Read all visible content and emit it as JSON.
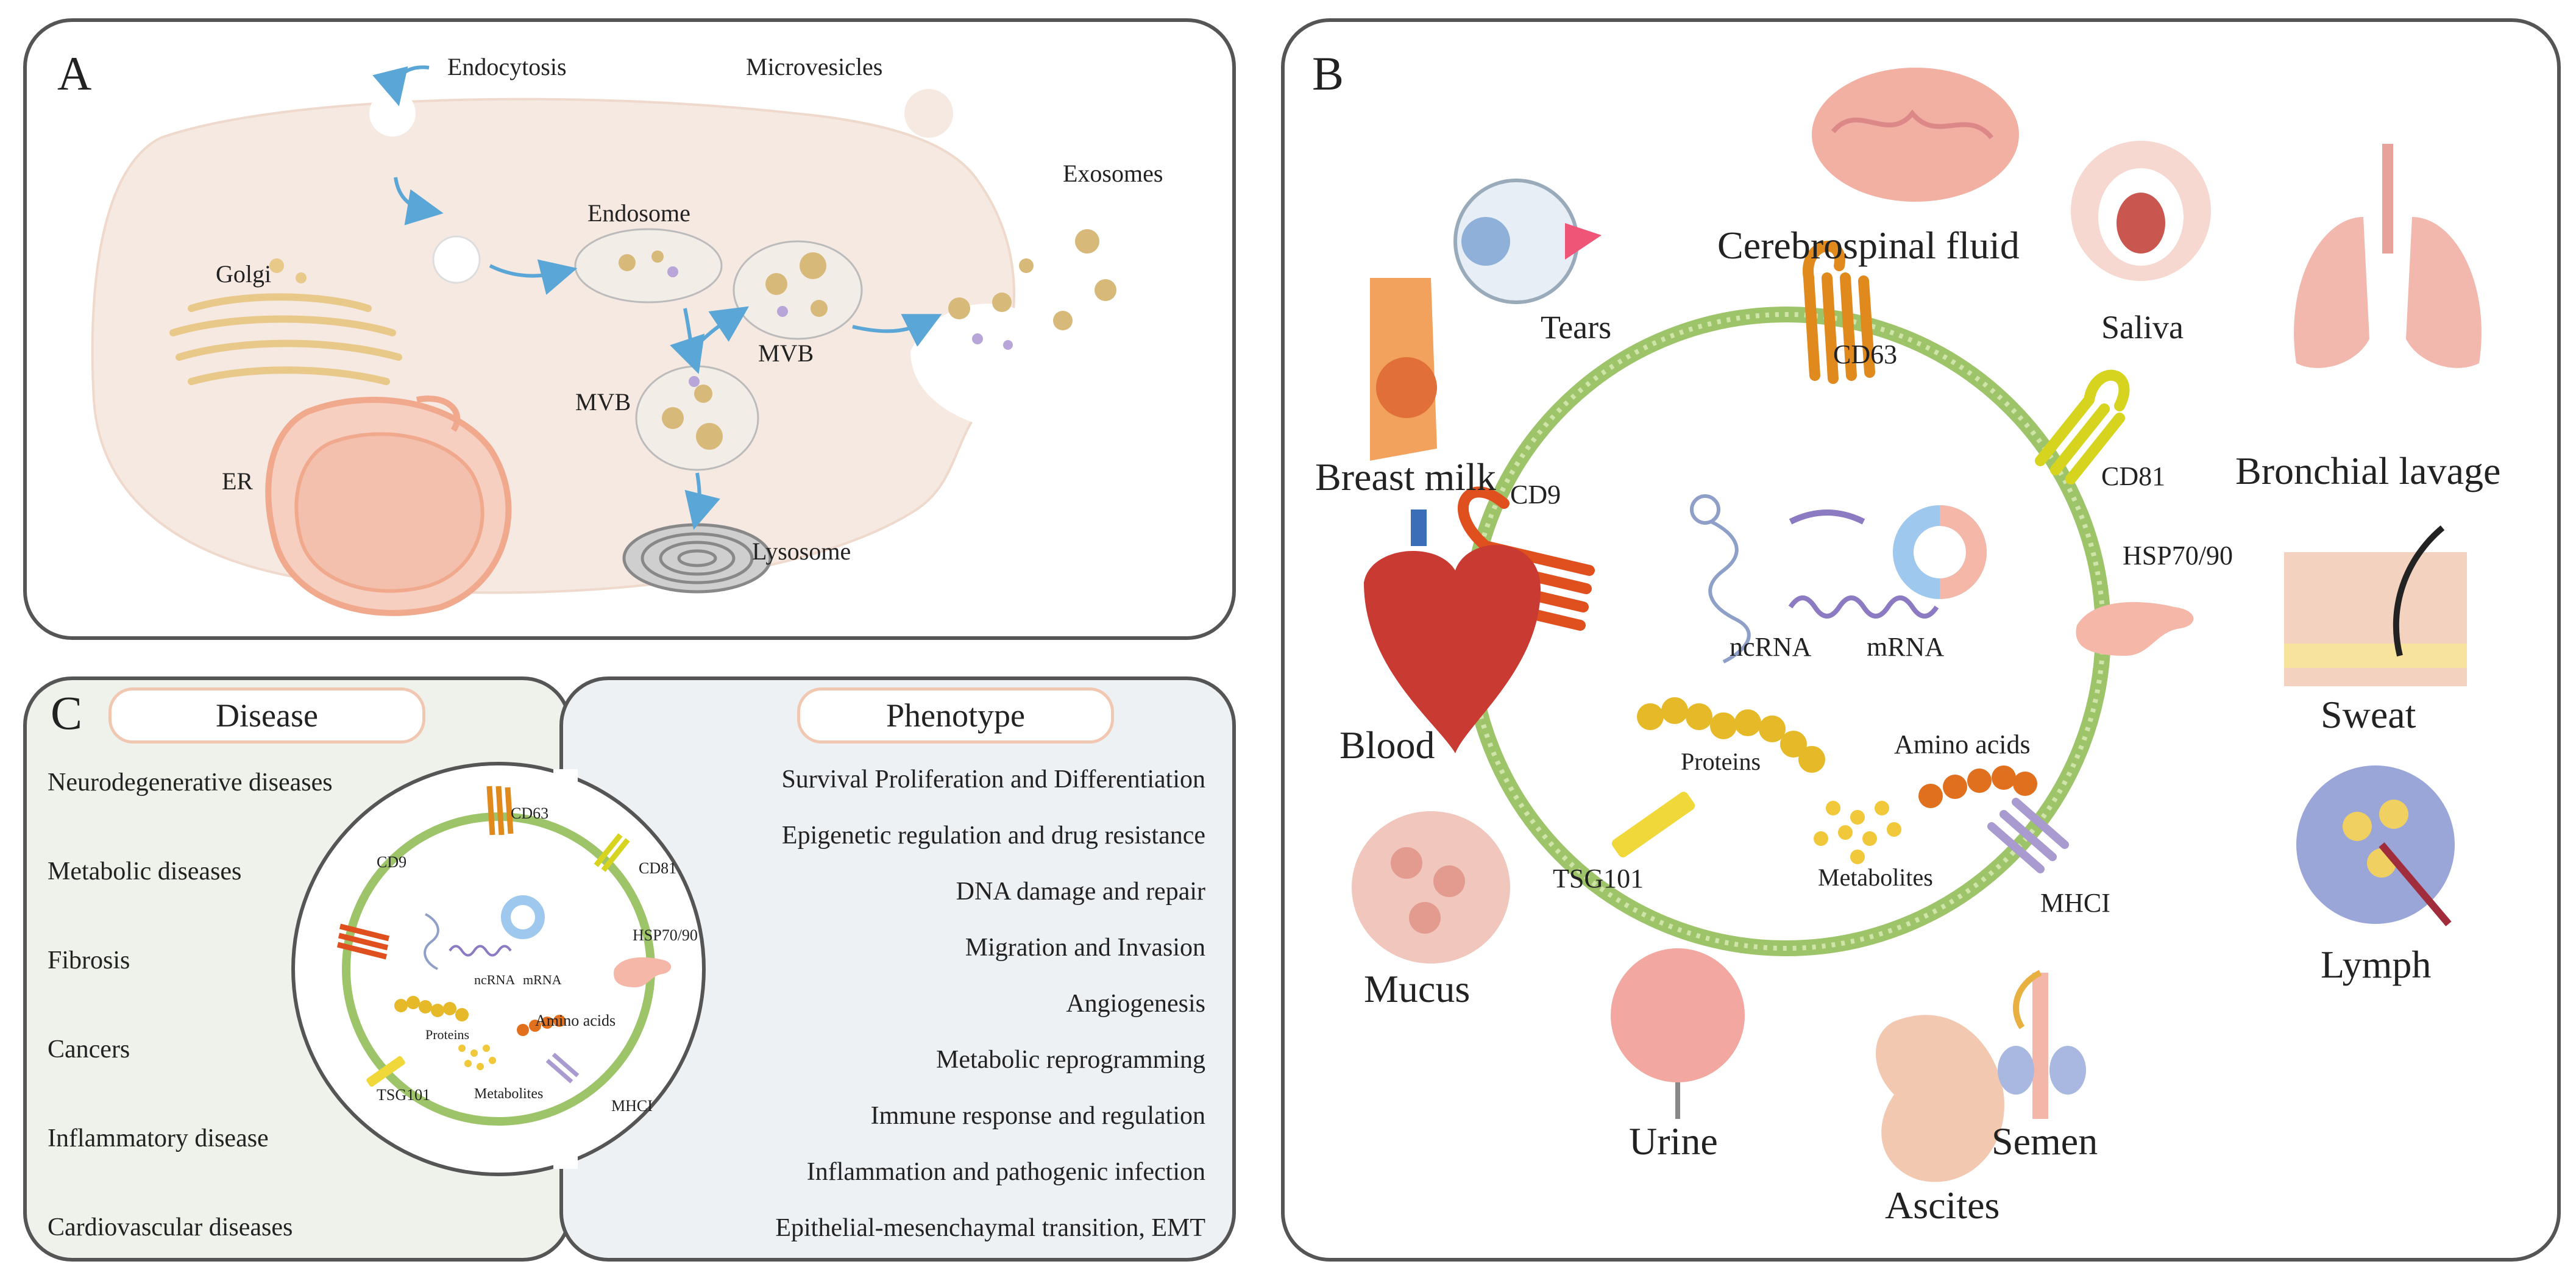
{
  "panelA": {
    "label": "A",
    "labels": {
      "endocytosis": "Endocytosis",
      "microvesicles": "Microvesicles",
      "exosomes": "Exosomes",
      "endosome": "Endosome",
      "golgi": "Golgi",
      "mvb_upper": "MVB",
      "mvb_lower": "MVB",
      "er": "ER",
      "lysosome": "Lysosome"
    }
  },
  "panelB": {
    "label": "B",
    "fluids": {
      "cerebrospinal": "Cerebrospinal fluid",
      "tears": "Tears",
      "saliva": "Saliva",
      "breast_milk": "Breast milk",
      "bronchial_lavage": "Bronchial lavage",
      "blood": "Blood",
      "sweat": "Sweat",
      "lymph": "Lymph",
      "mucus": "Mucus",
      "urine": "Urine",
      "ascites": "Ascites",
      "semen": "Semen"
    },
    "exosome": {
      "cd63": "CD63",
      "cd81": "CD81",
      "cd9": "CD9",
      "hsp": "HSP70/90",
      "ncrna": "ncRNA",
      "mrna": "mRNA",
      "proteins": "Proteins",
      "amino_acids": "Amino acids",
      "tsg101": "TSG101",
      "metabolites": "Metabolites",
      "mhci": "MHCI"
    }
  },
  "panelC": {
    "label": "C",
    "disease_title": "Disease",
    "phenotype_title": "Phenotype",
    "diseases": [
      "Neurodegenerative diseases",
      "Metabolic diseases",
      "Fibrosis",
      "Cancers",
      "Inflammatory disease",
      "Cardiovascular diseases"
    ],
    "phenotypes": [
      "Survival Proliferation and Differentiation",
      "Epigenetic regulation and drug resistance",
      "DNA damage and repair",
      "Migration and Invasion",
      "Angiogenesis",
      "Metabolic reprogramming",
      "Immune response and regulation",
      "Inflammation and pathogenic infection",
      "Epithelial-mesenchaymal transition, EMT"
    ],
    "mini": {
      "cd63": "CD63",
      "cd9": "CD9",
      "cd81": "CD81",
      "hsp": "HSP70/90",
      "ncrna": "ncRNA",
      "mrna": "mRNA",
      "proteins": "Proteins",
      "amino_acids": "Amino acids",
      "tsg101": "TSG101",
      "metabolites": "Metabolites",
      "mhci": "MHCI"
    }
  }
}
